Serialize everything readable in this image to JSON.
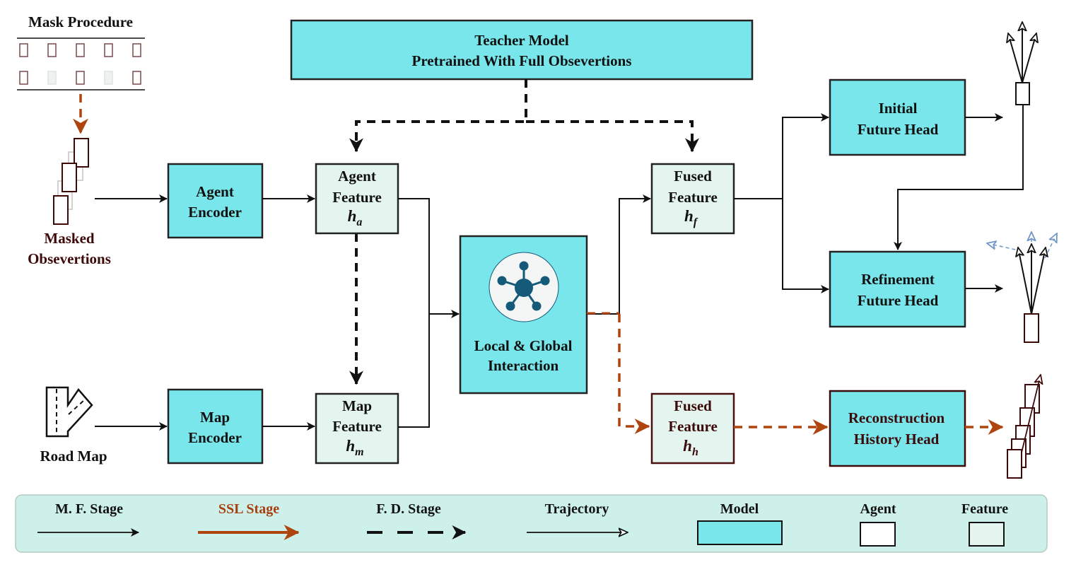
{
  "mask_procedure": {
    "title": "Mask Procedure",
    "rows": [
      [
        "visible",
        "visible",
        "visible",
        "visible",
        "visible"
      ],
      [
        "visible",
        "masked",
        "visible",
        "masked",
        "visible"
      ]
    ]
  },
  "inputs": {
    "masked_observations": [
      "Masked",
      "Obsevertions"
    ],
    "road_map": "Road Map"
  },
  "teacher": {
    "line1": "Teacher Model",
    "line2": "Pretrained With Full Obsevertions"
  },
  "encoders": {
    "agent": [
      "Agent",
      "Encoder"
    ],
    "map": [
      "Map",
      "Encoder"
    ]
  },
  "features": {
    "agent": {
      "l1": "Agent",
      "l2": "Feature",
      "sym": "h",
      "sub": "a"
    },
    "map": {
      "l1": "Map",
      "l2": "Feature",
      "sym": "h",
      "sub": "m"
    },
    "fused_f": {
      "l1": "Fused",
      "l2": "Feature",
      "sym": "h",
      "sub": "f"
    },
    "fused_h": {
      "l1": "Fused",
      "l2": "Feature",
      "sym": "h",
      "sub": "h"
    }
  },
  "interaction": {
    "line1": "Local & Global",
    "line2": "Interaction",
    "icon": "network-hub-icon"
  },
  "heads": {
    "initial": [
      "Initial",
      "Future Head"
    ],
    "refinement": [
      "Refinement",
      "Future Head"
    ],
    "reconstruction": [
      "Reconstruction",
      "History Head"
    ]
  },
  "legend": {
    "items": [
      {
        "label": "M. F. Stage",
        "kind": "solid-arrow"
      },
      {
        "label": "SSL Stage",
        "kind": "ssl-arrow"
      },
      {
        "label": "F. D. Stage",
        "kind": "dashed-arrow"
      },
      {
        "label": "Trajectory",
        "kind": "trajectory-arrow"
      },
      {
        "label": "Model",
        "kind": "model-box"
      },
      {
        "label": "Agent",
        "kind": "agent-box"
      },
      {
        "label": "Feature",
        "kind": "feature-box"
      }
    ]
  },
  "colors": {
    "model_fill": "#78e6ea",
    "feature_fill": "#e4f4ef",
    "ssl": "#b0440f",
    "legend_bg": "#cdf1ea",
    "agent_outline": "#3d0a0a",
    "interaction_icon": "#155a78",
    "refined_traj": "#6f95c7"
  }
}
